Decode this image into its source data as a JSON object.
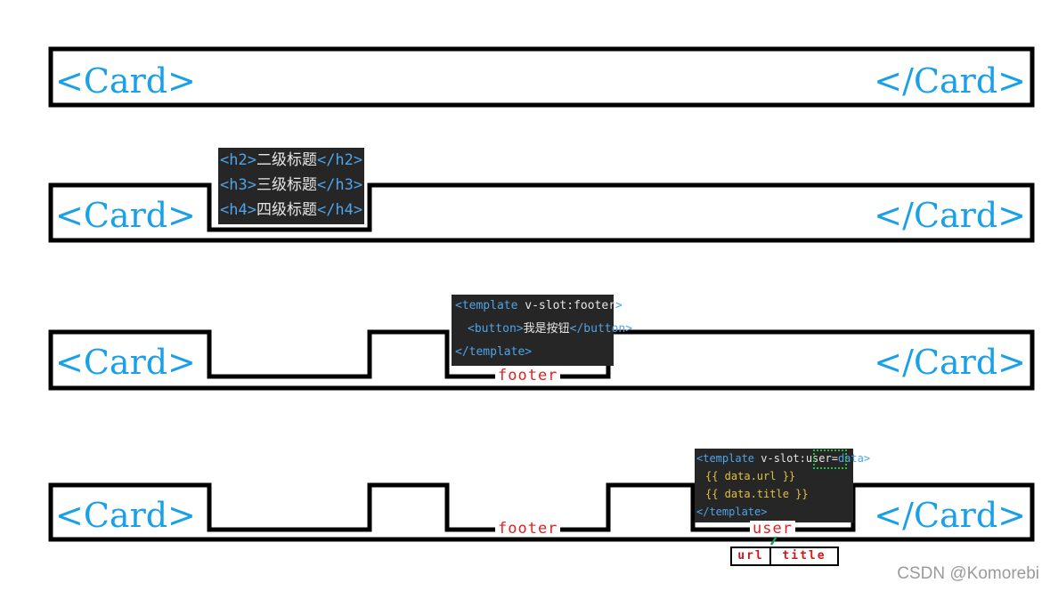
{
  "open_tag": "<Card>",
  "close_tag": "</Card>",
  "named_slots": {
    "lines": [
      {
        "open": "<h2>",
        "text": "二级标题",
        "close": "</h2>"
      },
      {
        "open": "<h3>",
        "text": "三级标题",
        "close": "</h3>"
      },
      {
        "open": "<h4>",
        "text": "四级标题",
        "close": "</h4>"
      }
    ]
  },
  "footer_slot": {
    "line1_tag": "<template",
    "line1_attr": " v-slot:footer",
    "line1_end": ">",
    "line2_open": "<button>",
    "line2_text": "我是按钮",
    "line2_close": "</button>",
    "line3": "</template>",
    "label": "footer"
  },
  "row4_footer_label": "footer",
  "user_slot": {
    "line1_tag": "<template",
    "line1_attr": " v-slot:user=",
    "line1_value": "data",
    "line1_end": ">",
    "line2": "{{ data.url }}",
    "line3": "{{ data.title }}",
    "line4": "</template>",
    "label": "user",
    "fields": [
      "url",
      "title"
    ]
  },
  "watermark": "CSDN @Komorebi",
  "colors": {
    "tag_blue": "#1aa0e6",
    "code_bg": "#262626",
    "slot_label_red": "#e22020",
    "arrow_green": "#1a9a50"
  }
}
